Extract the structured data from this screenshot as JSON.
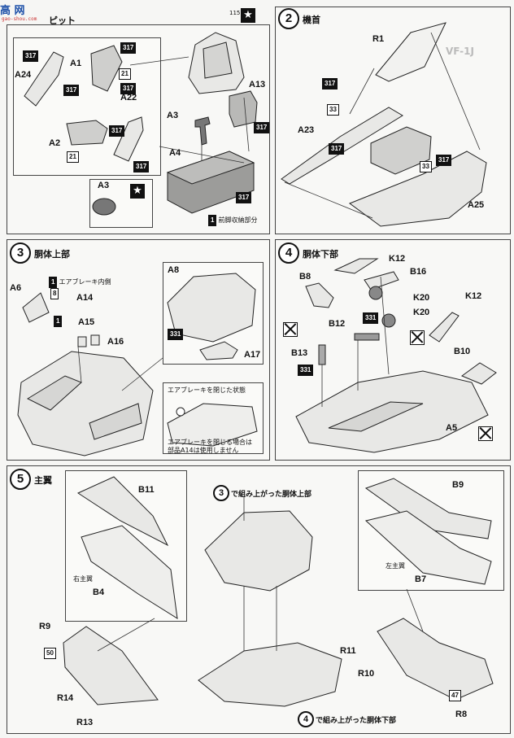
{
  "site": {
    "logo_text": "高 网",
    "logo_sub": "gao-shou.com"
  },
  "step1": {
    "title_fragment": "ピット"
  },
  "step2": {
    "number": "2",
    "title": "機首"
  },
  "step3": {
    "number": "3",
    "title": "胴体上部",
    "inset_caption": "エアブレーキを閉じた状態",
    "inset_note_1": "エアブレーキを閉じる場合は",
    "inset_note_2": "部品A14は使用しません",
    "airbrake_inner": "エアブレーキ内側"
  },
  "step4": {
    "number": "4",
    "title": "胴体下部"
  },
  "step5": {
    "number": "5",
    "title": "主翼",
    "upper_ref": "で組み上がった胴体上部",
    "lower_ref": "で組み上がった胴体下部",
    "right_wing": "右主翼",
    "left_wing": "左主翼",
    "ref_upper_no": "3",
    "ref_lower_no": "4"
  },
  "front_storage": "前脚収納部分",
  "labels": {
    "A24": "A24",
    "A1": "A1",
    "A22": "A22",
    "A2": "A2",
    "A3": "A3",
    "A13": "A13",
    "A3b": "A3",
    "A4": "A4",
    "R1": "R1",
    "A23": "A23",
    "A25": "A25",
    "A6": "A6",
    "A14": "A14",
    "A15": "A15",
    "A16": "A16",
    "A8": "A8",
    "A17": "A17",
    "B8": "B8",
    "K12": "K12",
    "B16": "B16",
    "K20": "K20",
    "K20b": "K20",
    "K12b": "K12",
    "B12": "B12",
    "B13": "B13",
    "B10": "B10",
    "A5": "A5",
    "B11": "B11",
    "B4": "B4",
    "R9": "R9",
    "R14": "R14",
    "R13": "R13",
    "B9": "B9",
    "B7": "B7",
    "R11": "R11",
    "R10": "R10",
    "R8": "R8"
  },
  "badges": {
    "b317": "317",
    "b21": "21",
    "b33": "33",
    "b331": "331",
    "b50": "50",
    "b47": "47",
    "b8": "8",
    "b1": "1",
    "b115": "115"
  }
}
